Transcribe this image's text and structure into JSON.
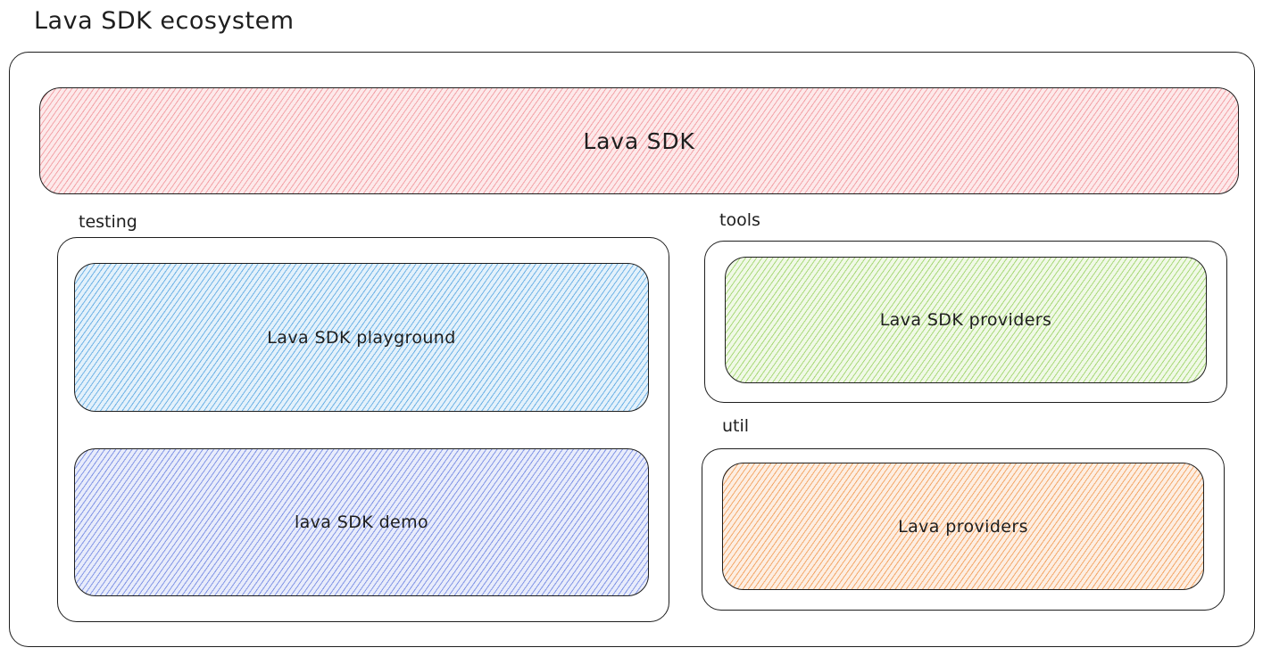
{
  "title": "Lava SDK ecosystem",
  "sdk_box": {
    "label": "Lava SDK",
    "color": "#f3a3a8"
  },
  "groups": {
    "testing": {
      "label": "testing",
      "boxes": [
        {
          "label": "Lava SDK playground",
          "color": "#6fb3e6"
        },
        {
          "label": "lava SDK demo",
          "color": "#8396e6"
        }
      ]
    },
    "tools": {
      "label": "tools",
      "boxes": [
        {
          "label": "Lava SDK providers",
          "color": "#a9d97a"
        }
      ]
    },
    "util": {
      "label": "util",
      "boxes": [
        {
          "label": "Lava providers",
          "color": "#f3a86a"
        }
      ]
    }
  }
}
